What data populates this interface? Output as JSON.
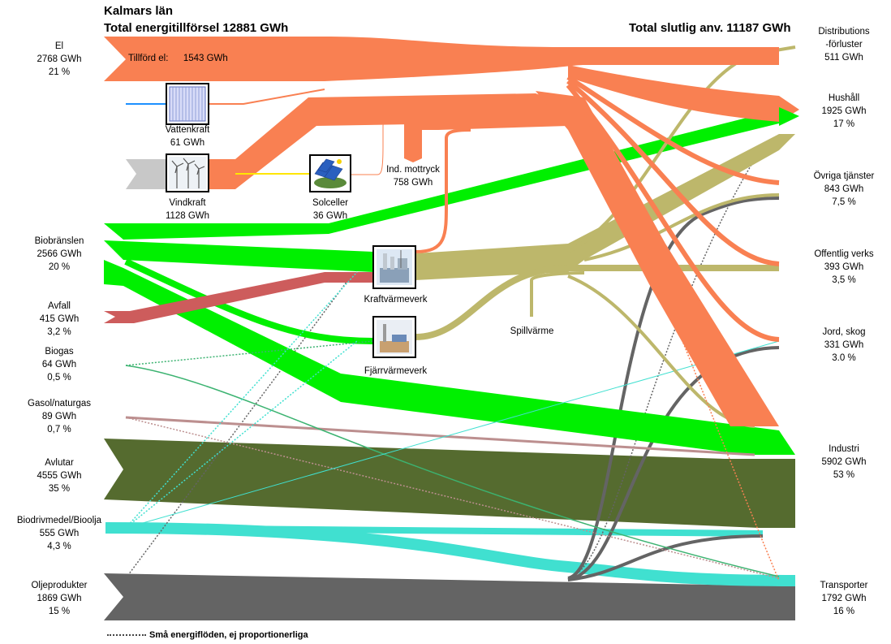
{
  "header": {
    "region": "Kalmars län",
    "supply_total": "Total energitillförsel 12881 GWh",
    "use_total": "Total slutlig anv. 11187 GWh"
  },
  "sources": [
    {
      "name": "El",
      "value": "2768 GWh",
      "pct": "21 %"
    },
    {
      "name": "Biobränslen",
      "value": "2566 GWh",
      "pct": "20 %"
    },
    {
      "name": "Avfall",
      "value": "415 GWh",
      "pct": "3,2 %"
    },
    {
      "name": "Biogas",
      "value": "64 GWh",
      "pct": "0,5 %"
    },
    {
      "name": "Gasol/naturgas",
      "value": "89 GWh",
      "pct": "0,7 %"
    },
    {
      "name": "Avlutar",
      "value": "4555 GWh",
      "pct": "35 %"
    },
    {
      "name": "Biodrivmedel/Bioolja",
      "value": "555 GWh",
      "pct": "4,3 %"
    },
    {
      "name": "Oljeprodukter",
      "value": "1869 GWh",
      "pct": "15 %"
    }
  ],
  "uses": [
    {
      "name": "Distributions",
      "name2": "-förluster",
      "value": "511 GWh",
      "pct": ""
    },
    {
      "name": "Hushåll",
      "name2": "",
      "value": "1925 GWh",
      "pct": "17 %"
    },
    {
      "name": "Övriga tjänster",
      "name2": "",
      "value": "843 GWh",
      "pct": "7,5 %"
    },
    {
      "name": "Offentlig verks",
      "name2": "",
      "value": "393 GWh",
      "pct": "3,5 %"
    },
    {
      "name": "Jord, skog",
      "name2": "",
      "value": "331 GWh",
      "pct": "3.0 %"
    },
    {
      "name": "Industri",
      "name2": "",
      "value": "5902 GWh",
      "pct": "53 %"
    },
    {
      "name": "Transporter",
      "name2": "",
      "value": "1792 GWh",
      "pct": "16 %"
    }
  ],
  "intermediate": {
    "tillford_label": "Tillförd el:",
    "tillford_value": "1543 GWh",
    "vattenkraft": {
      "name": "Vattenkraft",
      "value": "61 GWh"
    },
    "vindkraft": {
      "name": "Vindkraft",
      "value": "1128 GWh"
    },
    "solceller": {
      "name": "Solceller",
      "value": "36 GWh"
    },
    "ind_mottryck": {
      "name": "Ind. mottryck",
      "value": "758 GWh"
    },
    "kraftvarmeverk": {
      "name": "Kraftvärmeverk"
    },
    "fjarrvarmeverk": {
      "name": "Fjärrvärmeverk"
    },
    "spillvarme": {
      "name": "Spillvärme"
    }
  },
  "legend": {
    "text": "Små energiflöden, ej proportionerliga"
  },
  "colors": {
    "el": "#F98052",
    "bio": "#00F000",
    "avfall": "#CD5C5C",
    "avlutar": "#556B2F",
    "biodriv": "#40E0D0",
    "olja": "#646464",
    "heat": "#BDB76B",
    "gas": "#BC8F8F",
    "biogas": "#3CB371",
    "vind": "#C8C8C8",
    "vatten": "#1E90FF",
    "sol": "#FFE600"
  }
}
